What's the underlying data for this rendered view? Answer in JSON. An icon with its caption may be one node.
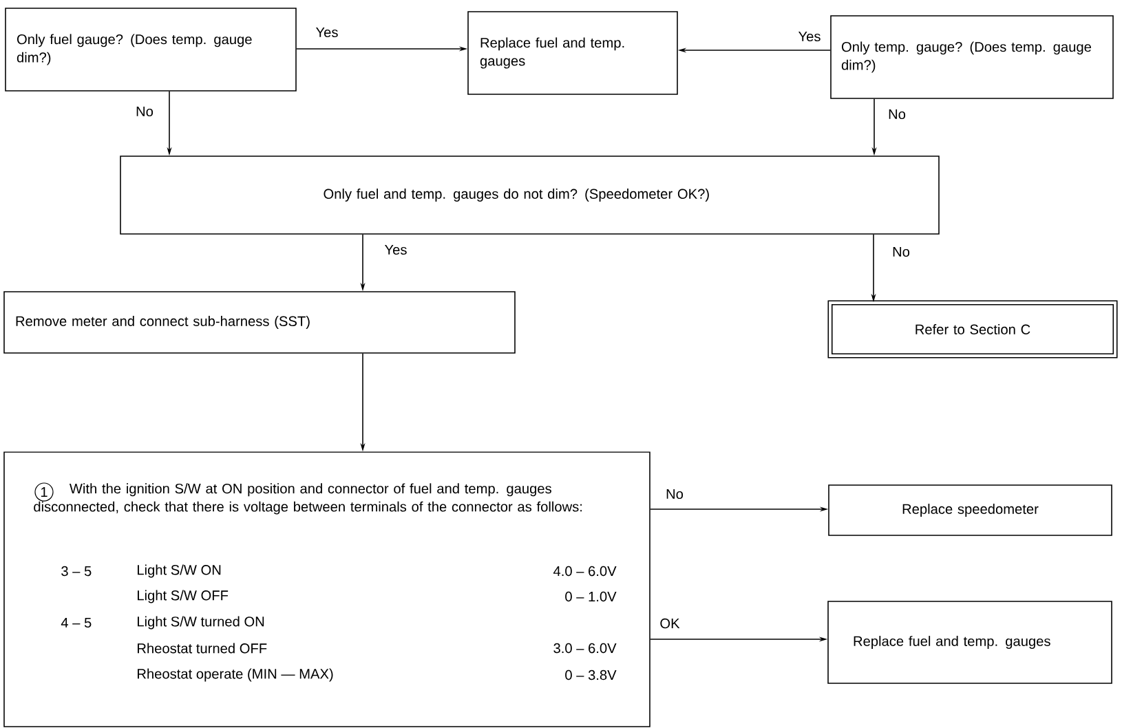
{
  "diagram": {
    "nodes": [
      {
        "text": [
          "Only fuel gauge? (Does temp. gauge dim?)"
        ]
      },
      {
        "text": [
          "Replace fuel and temp. gauges"
        ]
      },
      {
        "text": [
          "Only temp. gauge? (Does temp. gauge dim?)"
        ]
      },
      {
        "text": [
          "Only fuel and temp. gauges do not dim? (Speedometer OK?)"
        ]
      },
      {
        "text": [
          "Remove meter and connect sub-harness (SST)"
        ]
      },
      {
        "text": [
          "Refer to Section C"
        ]
      },
      {
        "text": [
          "1",
          "With the ignition S/W at ON position and connector of fuel and temp. gauges disconnected, check that there is voltage between terminals of the connector as follows:",
          "3 – 5",
          "Light S/W ON",
          "4.0 – 6.0V",
          "Light S/W OFF",
          "0 – 1.0V",
          "4 – 5",
          "Light S/W turned ON",
          "Rheostat turned OFF",
          "3.0 – 6.0V",
          "Rheostat operate (MIN — MAX)",
          "0 – 3.8V"
        ]
      },
      {
        "text": [
          "Replace speedometer"
        ]
      },
      {
        "text": [
          "Replace fuel and temp. gauges"
        ]
      }
    ],
    "edges": [
      {
        "from": 0,
        "to": 1,
        "arrow": "to",
        "label": "Yes"
      },
      {
        "from": 2,
        "to": 1,
        "arrow": "to",
        "label": "Yes"
      },
      {
        "from": 0,
        "to": 3,
        "arrow": "to",
        "label": "No"
      },
      {
        "from": 2,
        "to": 3,
        "arrow": "to",
        "label": "No"
      },
      {
        "from": 3,
        "to": 4,
        "arrow": "to",
        "label": "Yes"
      },
      {
        "from": 3,
        "to": 5,
        "arrow": "to",
        "label": "No"
      },
      {
        "from": 4,
        "to": 6,
        "arrow": "to"
      },
      {
        "from": 6,
        "to": 7,
        "arrow": "to",
        "label": "No"
      },
      {
        "from": 6,
        "to": 8,
        "arrow": "to",
        "label": "OK"
      }
    ]
  }
}
